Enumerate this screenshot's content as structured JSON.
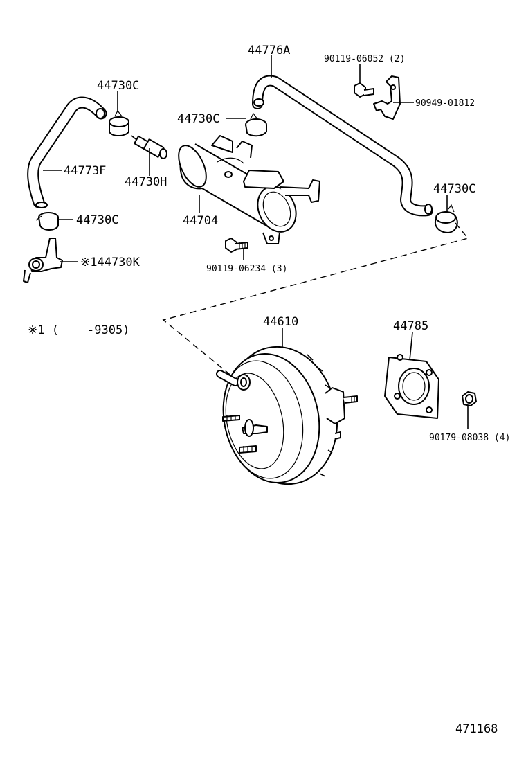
{
  "labels": {
    "hose_44776A": "44776A",
    "bolt_90119_06052": "90119-06052 (2)",
    "clamp_90949_01812": "90949-01812",
    "clip_44730C_top_left": "44730C",
    "clip_44730C_center": "44730C",
    "hose_44773F": "44773F",
    "valve_44730H": "44730H",
    "tank_44704": "44704",
    "clip_44730C_right": "44730C",
    "clip_44730C_left": "44730C",
    "union_44730K": "※144730K",
    "bolt_90119_06234": "90119-06234 (3)",
    "note_mark": "※1 (",
    "note_range": "-9305)",
    "booster_44610": "44610",
    "gasket_44785": "44785",
    "nut_90179_08038": "90179-08038 (4)",
    "figure_number": "471168"
  }
}
